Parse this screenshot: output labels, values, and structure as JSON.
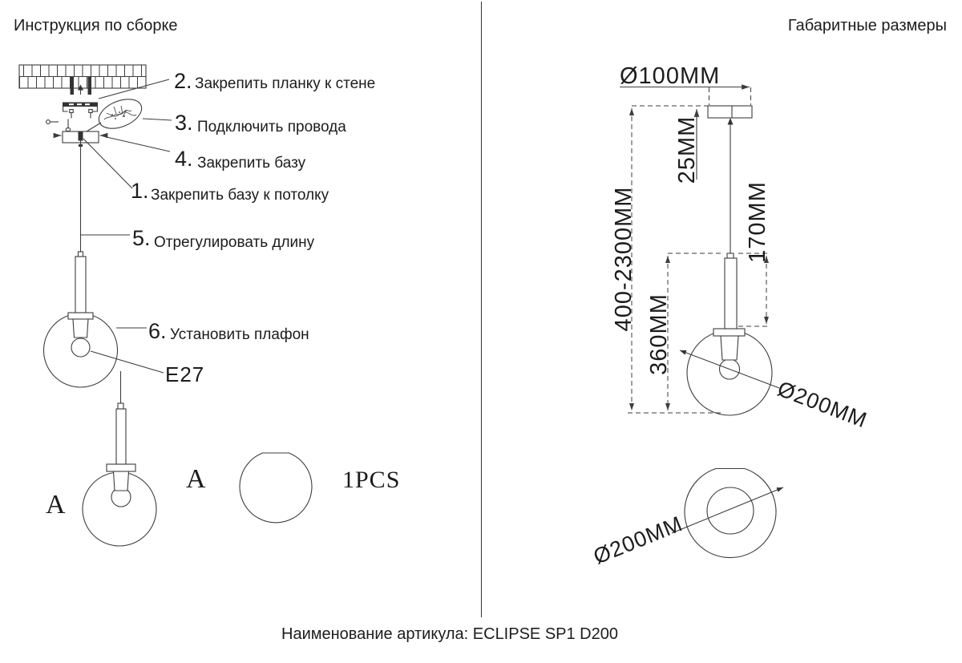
{
  "left_panel": {
    "title": "Инструкция по сборке",
    "steps": [
      {
        "num": "2.",
        "label": "Закрепить планку к стене"
      },
      {
        "num": "3.",
        "label": "Подключить провода"
      },
      {
        "num": "4.",
        "label": "Закрепить базу"
      },
      {
        "num": "1.",
        "label": "Закрепить базу к потолку"
      },
      {
        "num": "5.",
        "label": "Отрегулировать длину"
      },
      {
        "num": "6.",
        "label": "Установить плафон"
      }
    ],
    "bulb_socket_label": "E27",
    "detail_markers": [
      "A",
      "A"
    ],
    "quantity_label": "1PCS"
  },
  "right_panel": {
    "title": "Габаритные размеры",
    "dimensions": {
      "canopy_diameter": "Ø100MM",
      "canopy_height": "25MM",
      "suspension_length_range": "400-2300MM",
      "lamp_body_height": "170MM",
      "lamp_total_height": "360MM",
      "shade_diameter_side_view": "Ø200MM",
      "shade_diameter_top_view": "Ø200MM"
    }
  },
  "footer": {
    "caption": "Наименование артикула: ECLIPSE SP1 D200"
  },
  "colors": {
    "line": "#3d3d3d",
    "text": "#1c1c1c",
    "background": "#ffffff"
  }
}
